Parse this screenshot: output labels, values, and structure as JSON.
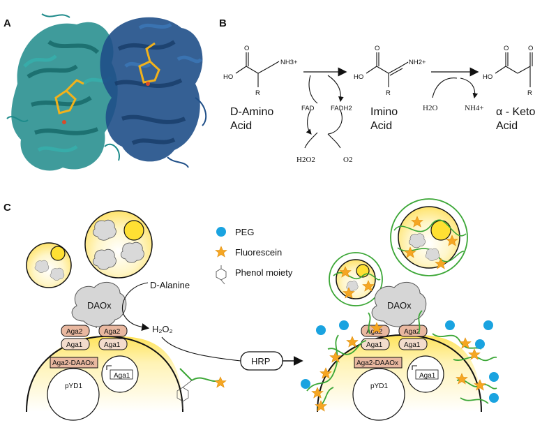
{
  "panels": {
    "a": "A",
    "b": "B",
    "c": "C"
  },
  "reaction": {
    "oh": "HO",
    "nh3": "NH3+",
    "r": "R",
    "o": "O",
    "nh2": "NH2+",
    "d_amino_1": "D-Amino",
    "d_amino_2": "Acid",
    "imino_1": "Imino",
    "imino_2": "Acid",
    "keto_1": "α - Keto",
    "keto_2": "Acid",
    "fad": "FAD",
    "fadh2": "FADH2",
    "h2o2": "H2O2",
    "o2": "O2",
    "h2o": "H2O",
    "nh4": "NH4+"
  },
  "legend": {
    "peg": "PEG",
    "fluorescein": "Fluorescein",
    "phenol": "Phenol moiety",
    "colors": {
      "peg": "#1aa3e0",
      "fluorescein": "#f5a623"
    }
  },
  "scheme": {
    "daox": "DAOx",
    "aga2": "Aga2",
    "aga1": "Aga1",
    "aga2_daaox": "Aga2-DAAOx",
    "pyd1": "pYD1",
    "plasmid_aga1": "Aga1",
    "d_alanine": "D-Alanine",
    "h2o2": "H₂O₂",
    "hrp": "HRP",
    "vesicle_daox": "DAOx"
  },
  "colors": {
    "protein_teal": "#1d8a8a",
    "protein_blue": "#1f4f88",
    "ligand": "#f2b21b",
    "tag_fill": "#e9b8a0",
    "cell_yellow": "#ffe98a",
    "peg_chain": "#3aa635"
  }
}
